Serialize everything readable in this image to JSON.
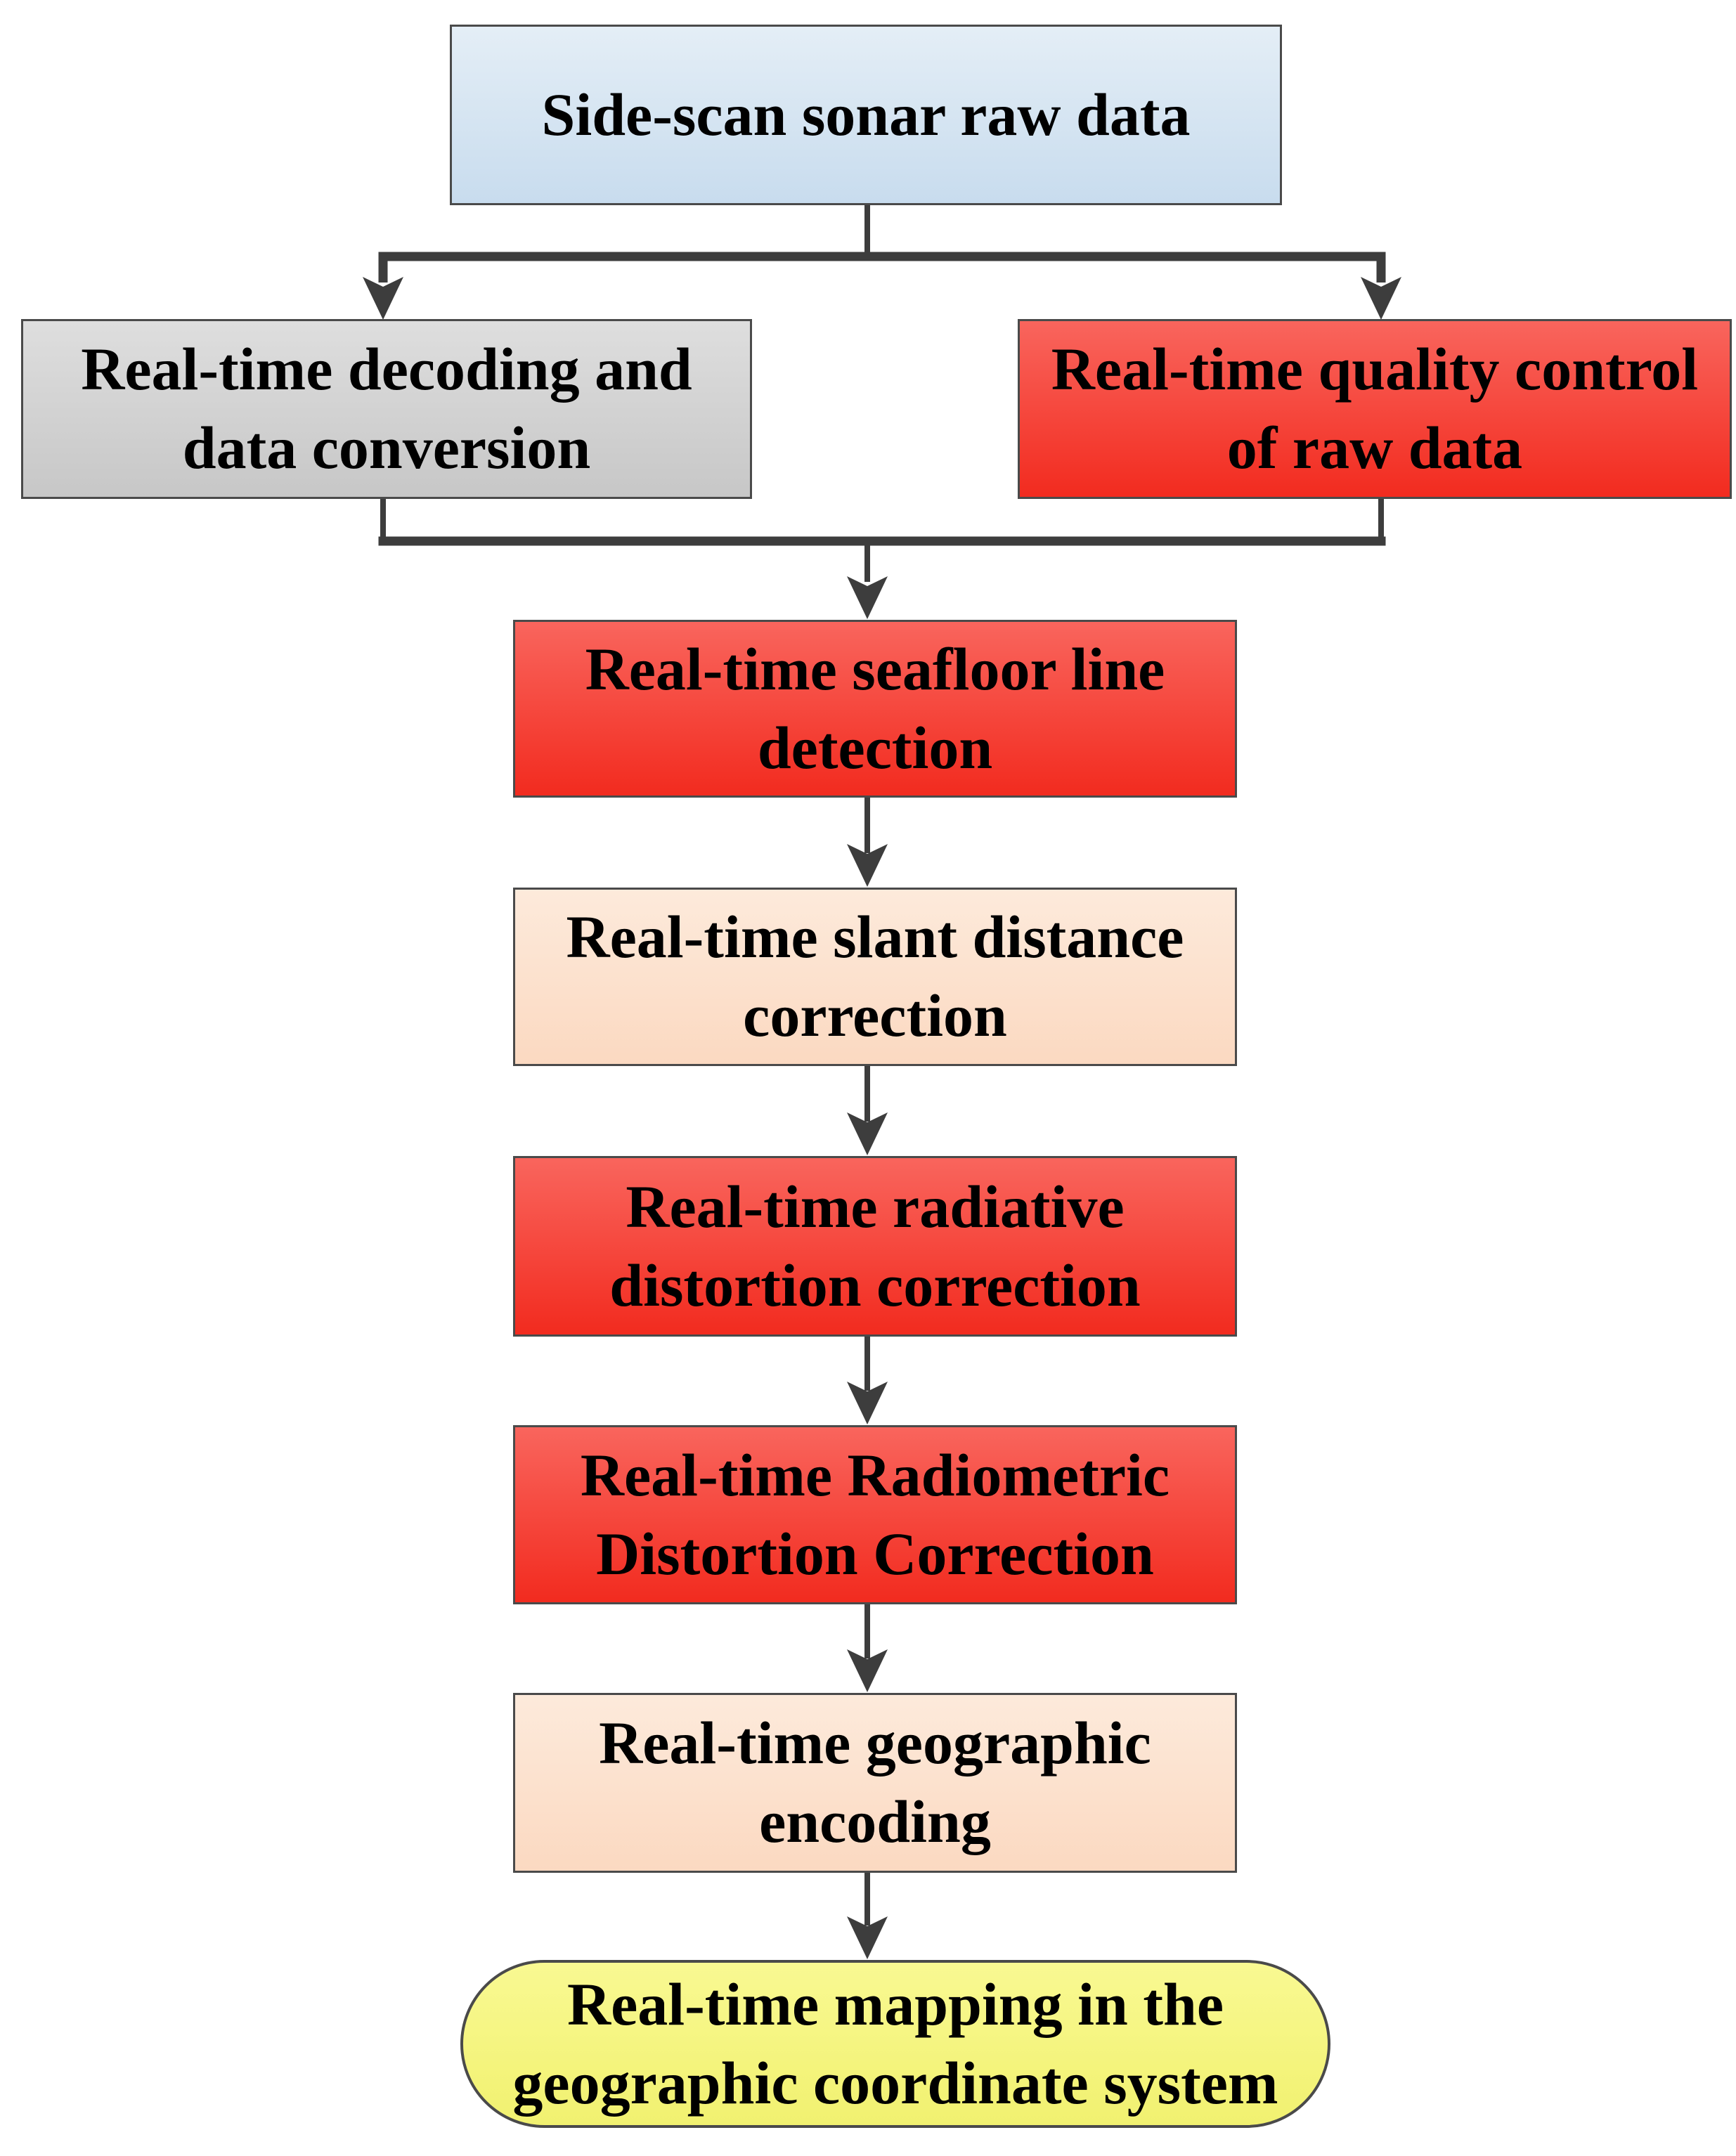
{
  "diagram": {
    "background": "#ffffff",
    "text_color": "#000000",
    "border_color": "#4a4a4a",
    "connector_color": "#3d3d3d",
    "palette": {
      "blue": {
        "top": "#e4eef6",
        "bottom": "#c8dcee"
      },
      "gray": {
        "top": "#dedede",
        "bottom": "#c7c7c7"
      },
      "red": {
        "top": "#f9655d",
        "bottom": "#f22b1f"
      },
      "peach": {
        "top": "#fdeadb",
        "bottom": "#fbd9c1"
      },
      "yellow": {
        "top": "#f9f992",
        "bottom": "#f1f170"
      }
    },
    "nodes": [
      {
        "id": "side-scan-sonar-raw-data",
        "label": "Side-scan sonar raw data",
        "shape": "rectangle",
        "palette": "blue"
      },
      {
        "id": "real-time-decoding-data-conversion",
        "label": "Real-time decoding and data conversion",
        "shape": "rectangle",
        "palette": "gray"
      },
      {
        "id": "real-time-quality-control",
        "label": "Real-time quality control of raw data",
        "shape": "rectangle",
        "palette": "red"
      },
      {
        "id": "real-time-seafloor-line-detection",
        "label": "Real-time seafloor line detection",
        "shape": "rectangle",
        "palette": "red"
      },
      {
        "id": "real-time-slant-distance-correction",
        "label": "Real-time slant distance correction",
        "shape": "rectangle",
        "palette": "peach"
      },
      {
        "id": "real-time-radiative-distortion",
        "label": "Real-time radiative distortion correction",
        "shape": "rectangle",
        "palette": "red"
      },
      {
        "id": "real-time-radiometric-distortion",
        "label": "Real-time Radiometric Distortion Correction",
        "shape": "rectangle",
        "palette": "red"
      },
      {
        "id": "real-time-geographic-encoding",
        "label": "Real-time geographic encoding",
        "shape": "rectangle",
        "palette": "peach"
      },
      {
        "id": "real-time-mapping",
        "label": "Real-time mapping in the geographic coordinate system",
        "shape": "rounded",
        "palette": "yellow"
      }
    ],
    "edges": [
      {
        "from": "side-scan-sonar-raw-data",
        "to": "real-time-decoding-data-conversion"
      },
      {
        "from": "side-scan-sonar-raw-data",
        "to": "real-time-quality-control"
      },
      {
        "from": "real-time-decoding-data-conversion",
        "to": "real-time-seafloor-line-detection"
      },
      {
        "from": "real-time-quality-control",
        "to": "real-time-seafloor-line-detection"
      },
      {
        "from": "real-time-seafloor-line-detection",
        "to": "real-time-slant-distance-correction"
      },
      {
        "from": "real-time-slant-distance-correction",
        "to": "real-time-radiative-distortion"
      },
      {
        "from": "real-time-radiative-distortion",
        "to": "real-time-radiometric-distortion"
      },
      {
        "from": "real-time-radiometric-distortion",
        "to": "real-time-geographic-encoding"
      },
      {
        "from": "real-time-geographic-encoding",
        "to": "real-time-mapping"
      }
    ]
  }
}
